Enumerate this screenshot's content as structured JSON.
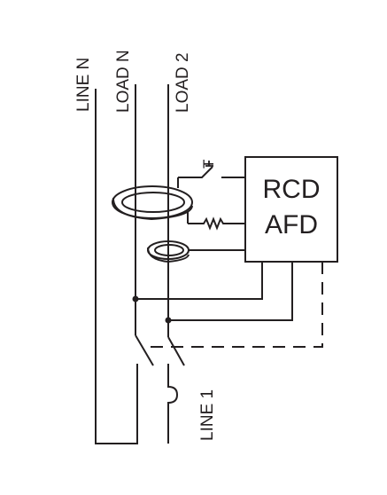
{
  "labels": {
    "line_n": "LINE N",
    "load_n": "LOAD N",
    "load_2": "LOAD 2",
    "line_1": "LINE 1",
    "test": "T",
    "box_line1": "RCD",
    "box_line2": "AFD"
  },
  "colors": {
    "ink": "#231f20",
    "background": "#ffffff"
  }
}
